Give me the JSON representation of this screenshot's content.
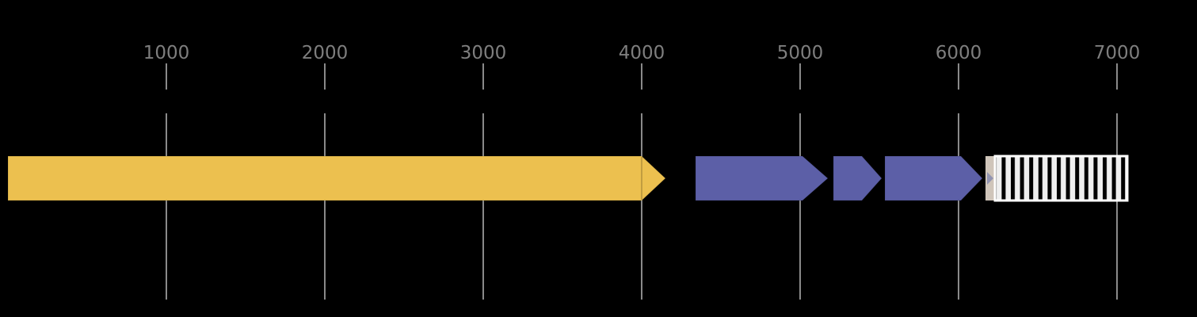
{
  "figure": {
    "background": "#000000"
  },
  "chart_data": {
    "type": "gene_feature_map",
    "description": "Genomic sequence feature map (gene diagram) with coordinate ruler, yellow and purple directional arrow features, a small beige spacer feature and a hatched terminator-like box",
    "x_axis": {
      "ticks": [
        1000,
        2000,
        3000,
        4000,
        5000,
        6000,
        7000
      ],
      "tick_labels": [
        "1000",
        "2000",
        "3000",
        "4000",
        "5000",
        "6000",
        "7000"
      ],
      "range": [
        -50,
        7505
      ],
      "gridlines": true,
      "gridline_tick_gap": true
    },
    "features": [
      {
        "id": "feature-yellow-cds",
        "shape": "arrow",
        "direction": "right",
        "start": 0,
        "end": 4150,
        "head_start": 4000,
        "color": "#ECC04F",
        "seam_at_head": true
      },
      {
        "id": "feature-purple-cds-1",
        "shape": "arrow",
        "direction": "right",
        "start": 4340,
        "end": 5175,
        "head_start": 5015,
        "color": "#5C5FA7",
        "seam_at_head": false
      },
      {
        "id": "feature-purple-cds-2",
        "shape": "arrow",
        "direction": "right",
        "start": 5210,
        "end": 5515,
        "head_start": 5390,
        "color": "#5C5FA7",
        "seam_at_head": false
      },
      {
        "id": "feature-purple-cds-3",
        "shape": "arrow",
        "direction": "right",
        "start": 5535,
        "end": 6150,
        "head_start": 6015,
        "color": "#5C5FA7",
        "seam_at_head": false
      },
      {
        "id": "feature-beige-spacer",
        "shape": "block",
        "start": 6170,
        "end": 6230,
        "color": "#CFC5BA",
        "marker": "right-triangle",
        "marker_color": "#9193B0"
      },
      {
        "id": "feature-hatched-box",
        "shape": "hatched-box",
        "start": 6230,
        "end": 7065,
        "fill": "#EFEFEF",
        "hatch_color": "#000000",
        "border_color": "#FFFFFF",
        "hatch_period": 11.6,
        "hatch_bar_width": 5
      }
    ],
    "styles": {
      "tick_label_color": "#7E7E7E",
      "gridline_color": "#8A8A8A",
      "tick_gap_color": "#000000",
      "background": "#000000"
    }
  }
}
